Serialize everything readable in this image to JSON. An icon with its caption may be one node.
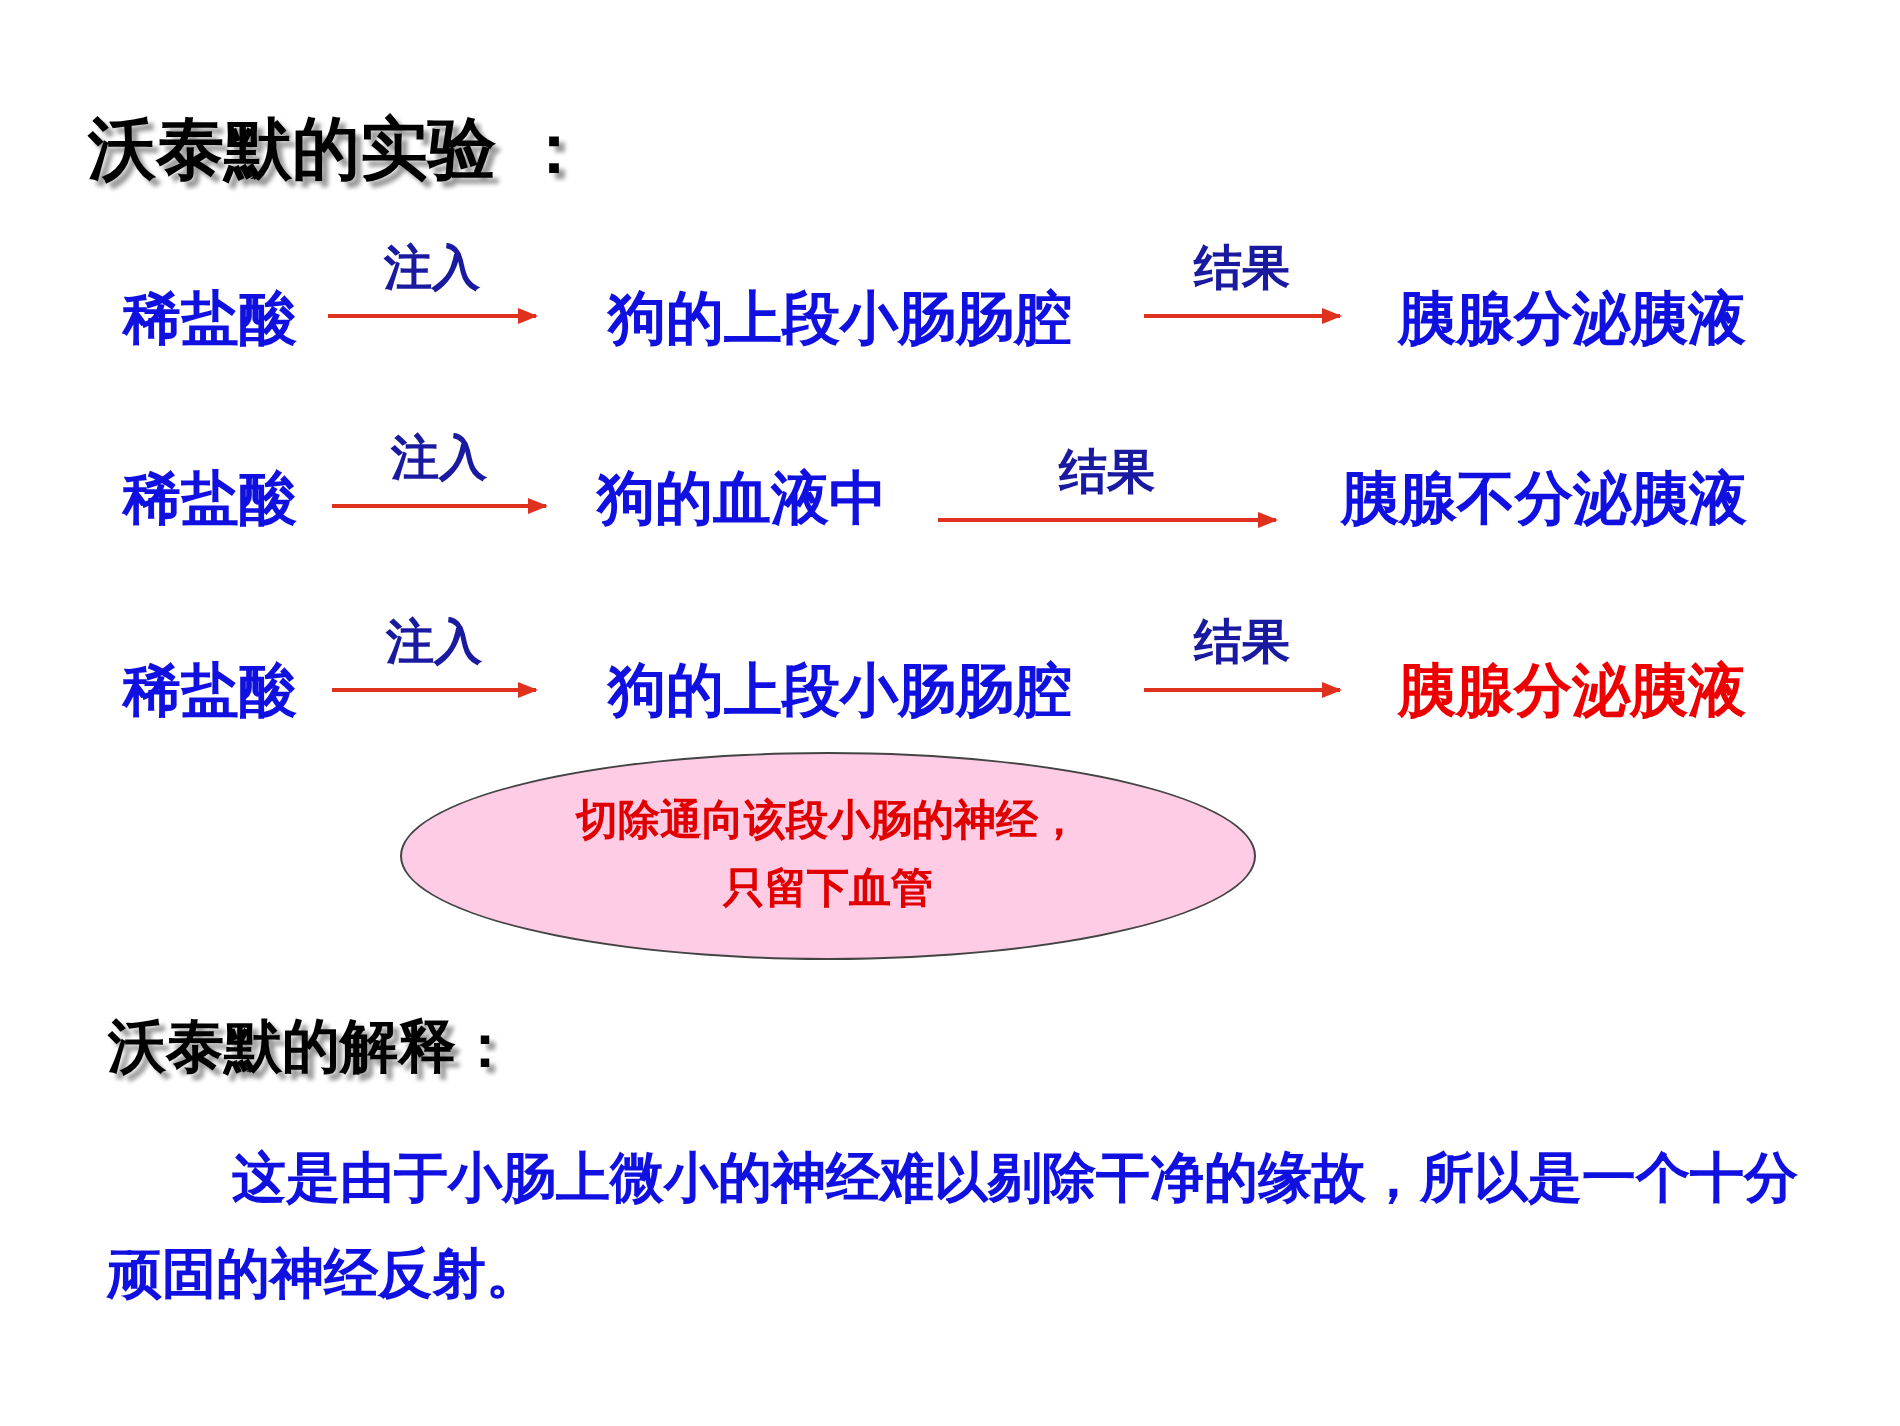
{
  "diagram": {
    "title": "沃泰默的实验 ：",
    "nodes": [
      {
        "text": [
          "稀盐酸"
        ]
      },
      {
        "text": [
          "狗的上段小肠肠腔"
        ]
      },
      {
        "text": [
          "胰腺分泌胰液"
        ]
      },
      {
        "text": [
          "稀盐酸"
        ]
      },
      {
        "text": [
          "狗的血液中"
        ]
      },
      {
        "text": [
          "胰腺不分泌胰液"
        ]
      },
      {
        "text": [
          "稀盐酸"
        ]
      },
      {
        "text": [
          "狗的上段小肠肠腔"
        ]
      },
      {
        "text": [
          "胰腺分泌胰液"
        ]
      },
      {
        "text": [
          "切除通向该段小肠的神经，只留下血管"
        ]
      }
    ],
    "edges": [
      {
        "from": 0,
        "to": 1,
        "arrow": "to",
        "label": "注入"
      },
      {
        "from": 1,
        "to": 2,
        "arrow": "to",
        "label": "结果"
      },
      {
        "from": 3,
        "to": 4,
        "arrow": "to",
        "label": "注入"
      },
      {
        "from": 4,
        "to": 5,
        "arrow": "to",
        "label": "结果"
      },
      {
        "from": 6,
        "to": 7,
        "arrow": "to",
        "label": "注入"
      },
      {
        "from": 7,
        "to": 8,
        "arrow": "to",
        "label": "结果"
      }
    ],
    "labels": [
      "沃泰默的解释：",
      "这是由于小肠上微小的神经难以剔除干净的缘故，所以是一个十分顽固的神经反射。"
    ]
  }
}
